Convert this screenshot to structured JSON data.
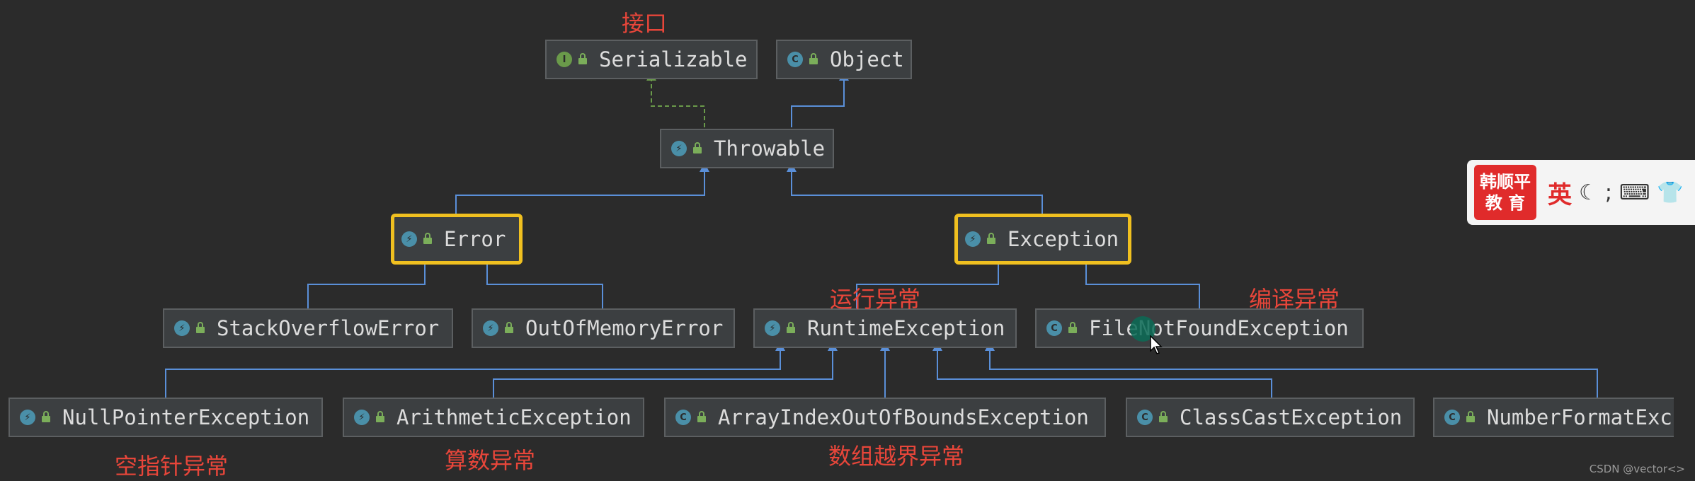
{
  "nodes": {
    "serializable": {
      "label": "Serializable",
      "kind": "interface"
    },
    "object": {
      "label": "Object",
      "kind": "class"
    },
    "throwable": {
      "label": "Throwable",
      "kind": "class"
    },
    "error": {
      "label": "Error",
      "kind": "class",
      "highlighted": true
    },
    "exception": {
      "label": "Exception",
      "kind": "class",
      "highlighted": true
    },
    "stackoverflow": {
      "label": "StackOverflowError",
      "kind": "class"
    },
    "outofmemory": {
      "label": "OutOfMemoryError",
      "kind": "class"
    },
    "runtime": {
      "label": "RuntimeException",
      "kind": "class"
    },
    "filenotfound": {
      "label": "FileNotFoundException",
      "kind": "class"
    },
    "nullpointer": {
      "label": "NullPointerException",
      "kind": "class"
    },
    "arithmetic": {
      "label": "ArithmeticException",
      "kind": "class"
    },
    "arrayindex": {
      "label": "ArrayIndexOutOfBoundsException",
      "kind": "class"
    },
    "classcast": {
      "label": "ClassCastException",
      "kind": "class"
    },
    "numberformat": {
      "label": "NumberFormatExc",
      "kind": "class"
    }
  },
  "edges": [
    {
      "from": "throwable",
      "to": "serializable",
      "type": "implements"
    },
    {
      "from": "throwable",
      "to": "object",
      "type": "extends"
    },
    {
      "from": "error",
      "to": "throwable",
      "type": "extends"
    },
    {
      "from": "exception",
      "to": "throwable",
      "type": "extends"
    },
    {
      "from": "stackoverflow",
      "to": "error",
      "type": "extends"
    },
    {
      "from": "outofmemory",
      "to": "error",
      "type": "extends"
    },
    {
      "from": "runtime",
      "to": "exception",
      "type": "extends"
    },
    {
      "from": "filenotfound",
      "to": "exception",
      "type": "extends"
    },
    {
      "from": "nullpointer",
      "to": "runtime",
      "type": "extends"
    },
    {
      "from": "arithmetic",
      "to": "runtime",
      "type": "extends"
    },
    {
      "from": "arrayindex",
      "to": "runtime",
      "type": "extends"
    },
    {
      "from": "classcast",
      "to": "runtime",
      "type": "extends"
    },
    {
      "from": "numberformat",
      "to": "runtime",
      "type": "extends"
    }
  ],
  "annotations": {
    "interface": "接口",
    "runtime": "运行异常",
    "compile": "编译异常",
    "nullpointer": "空指针异常",
    "arithmetic": "算数异常",
    "arrayindex": "数组越界异常"
  },
  "icons": {
    "interface": "I",
    "class": "C",
    "exception": "⚡"
  },
  "colors": {
    "background": "#2b2b2b",
    "annotation": "#e8463a",
    "highlight": "#f0c020",
    "extends_line": "#5a8fd8",
    "implements_line": "#6a9a4a"
  },
  "ime_toolbar": {
    "logo_line1": "韩顺平",
    "logo_line2": "教 育",
    "lang": "英",
    "icons": [
      "moon-icon",
      "punctuation-icon",
      "keyboard-icon",
      "shirt-icon"
    ]
  },
  "watermark": "CSDN @vector<>"
}
